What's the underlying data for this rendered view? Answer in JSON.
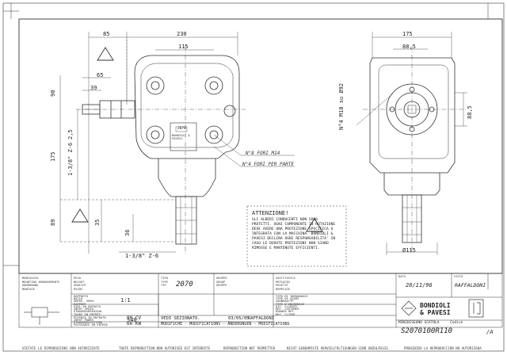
{
  "dimensions": {
    "top_85": "85",
    "top_230": "230",
    "top_115_left": "115",
    "top_175": "175",
    "top_88_5": "88,5",
    "left_65": "65",
    "left_39": "39",
    "left_90": "90",
    "left_25": "2,5",
    "left_175": "175",
    "left_thread_top": "1-3/8\" Z-6",
    "left_89": "89",
    "left_35": "35",
    "left_36": "36",
    "bottom_thread": "1-3/8\" Z-6",
    "right_m10": "N°4 M10 su Ø92",
    "right_88_5": "88,5",
    "right_dia115": "Ø115"
  },
  "callouts": {
    "holes_8": "N°8 FORI M14",
    "holes_4": "N°4 FORI PER PARTE",
    "plate_top": "2070",
    "plate_text": "BONDIOLI & PAVESI"
  },
  "warning": {
    "title": "ATTENZIONE!",
    "body": "GLI ALBERI CONDUCENTI NON SONO PROTETTI. OGNI COMPONENTE IN ROTAZIONE DEVE AVERE UNA PROTEZIONE SPECIFICA O INTEGRATA CON LA MACCHINA. BONDIOLI & PAVESI DECLINA OGNI RESPONSABILITA' IN CASO LE DOVUTE PROTEZIONI NON SIANO RIMOSSE E MANTENUTE EFFICIENTI."
  },
  "title_block": {
    "col1_labels": [
      "MONTAGGIO",
      "MOUNTING ARRANGEMENTS",
      "ANORDNUNG",
      "MONTAGE"
    ],
    "peso_labels": [
      "PESO",
      "WEIGHT",
      "GEWICHT",
      "POIDS"
    ],
    "rapporto_labels": [
      "RAPPORTO",
      "RATIO",
      "ÜBERS. VERH.",
      "RAPPORT"
    ],
    "ratio_value": "1:1",
    "rpm_labels": [
      "GIRI IN ENTRATA",
      "INPUT SPEED",
      "EINGANGSDREHZAHL",
      "TOURS EN ENTRÉE"
    ],
    "rpm_value": "540",
    "power_labels": [
      "POTENZA IN ENTRATA",
      "INPUT POWER",
      "EINGANGSLEISTUNG",
      "PUISSANCE EN ENTRÉE"
    ],
    "power_value_cv": "90 CV",
    "power_value_kw": "66 KW",
    "tipo_labels": [
      "TIPO",
      "TYPE",
      "TYP"
    ],
    "tipo_value": "2070",
    "gruppo_labels": [
      "GRUPPO",
      "GROUP",
      "GRUPPE"
    ],
    "sost_labels": [
      "SOSTITUISCE",
      "REPLACES",
      "ERSETZT",
      "REMPLACE"
    ],
    "tipo_ing_labels": [
      "TIPO DI INGRANAGGI",
      "TYPE OF GEARS",
      "ZAHNRADTYP",
      "TYPE D'ENGRENAGE"
    ],
    "ref_labels": [
      "RIF. CLIENTE",
      "REF. CUSTOMER",
      "KUNDEN REF.",
      "REF. CLIENT"
    ],
    "note_text": "VEDI SEZIONATO.",
    "note_date": "03/05/05",
    "note_author": "RAFFALDONI",
    "modif_label": "MODIFICHE - MODIFICATIONS - ÄNDERUNGEN - MODIFICATIONS",
    "data_label": "DATA",
    "data_value": "28/11/96",
    "visto_label": "VISTO",
    "visto_value": "RAFFALDONI",
    "company_line1": "BONDIOLI",
    "company_line2": "& PAVESI",
    "disegno_label": "MINIDISEGNO SCATOLA",
    "codice_label": "Codice",
    "code_value": "S2070100R110",
    "rev_value": "/A",
    "footer": [
      "VIETATE LE RIPRODUZIONI NON AUTORIZZATE",
      "TOUTE REPRODUCTION NON AUTORISÉE EST INTERDITE",
      "REPRODUCTION NOT PERMITTED",
      "NICHT GENEHMIGTE VERVIELFÄLTIGUNGEN SIND UNZULÄSSIG",
      "PROHIBIDO LA REPRODUCCIÓN NO AUTORIZADA"
    ]
  },
  "colors": {
    "line": "#333333",
    "thin": "#555555",
    "paper": "#ffffff"
  }
}
